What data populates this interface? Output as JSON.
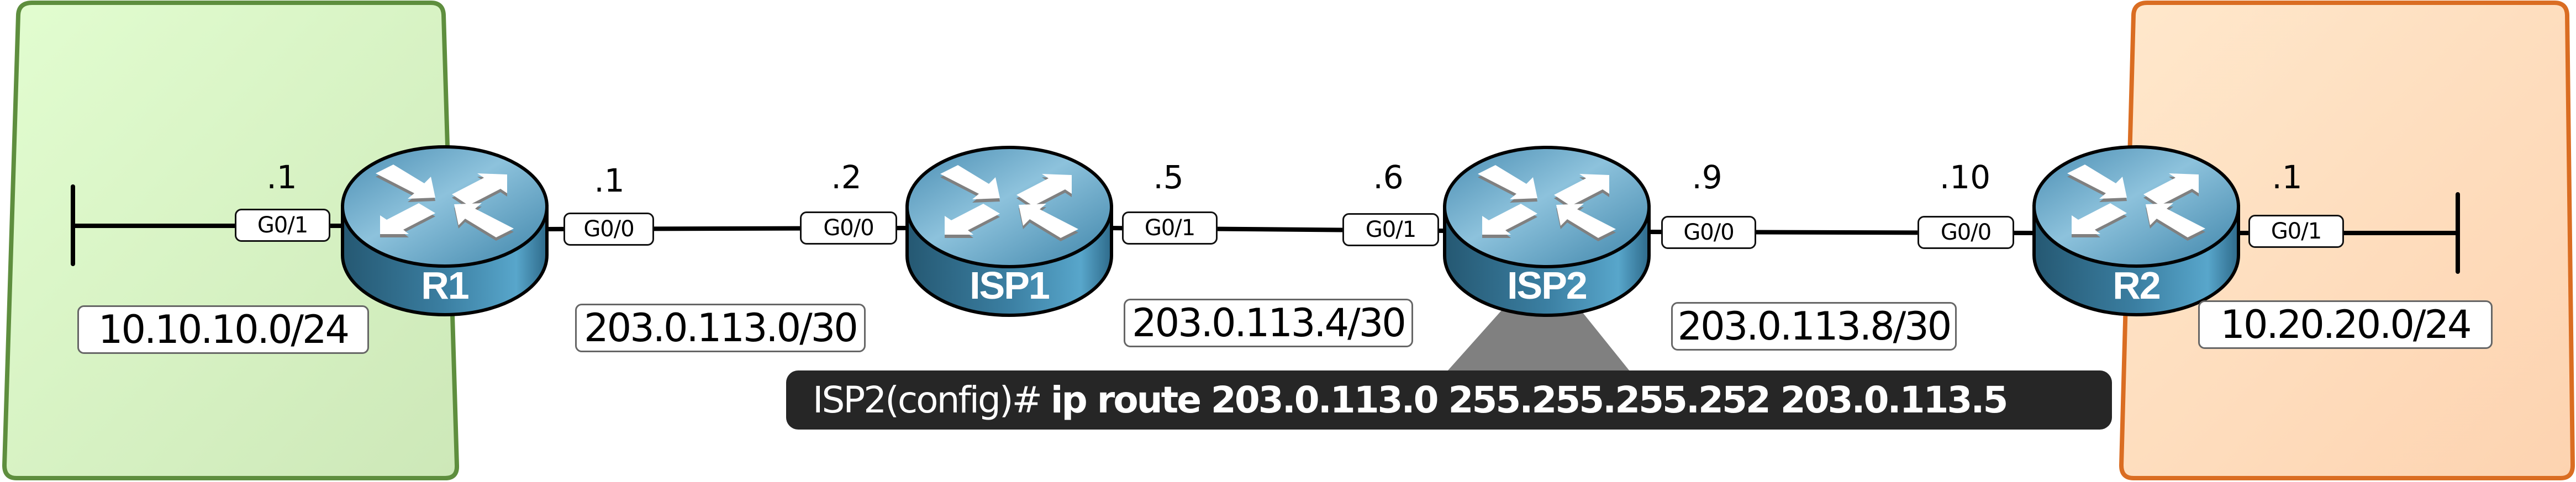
{
  "colors": {
    "lan_left_fill": "#d6f2c2",
    "lan_left_border": "#5e8e3e",
    "lan_right_fill": "#fedabd",
    "lan_right_border": "#d8691f",
    "router_body": "#3c7fa3",
    "command_bg": "#262626",
    "callout": "#808080"
  },
  "zones": [
    {
      "name": "lan-r1",
      "network": "10.10.10.0/24"
    },
    {
      "name": "lan-r2",
      "network": "10.20.20.0/24"
    }
  ],
  "routers": [
    {
      "name": "R1"
    },
    {
      "name": "ISP1"
    },
    {
      "name": "ISP2"
    },
    {
      "name": "R2"
    }
  ],
  "interfaces": [
    {
      "device": "R1",
      "port": "G0/1",
      "host": ".1"
    },
    {
      "device": "R1",
      "port": "G0/0",
      "host": ".1"
    },
    {
      "device": "ISP1",
      "port": "G0/0",
      "host": ".2"
    },
    {
      "device": "ISP1",
      "port": "G0/1",
      "host": ".5"
    },
    {
      "device": "ISP2",
      "port": "G0/1",
      "host": ".6"
    },
    {
      "device": "ISP2",
      "port": "G0/0",
      "host": ".9"
    },
    {
      "device": "R2",
      "port": "G0/0",
      "host": ".10"
    },
    {
      "device": "R2",
      "port": "G0/1",
      "host": ".1"
    }
  ],
  "networks": [
    {
      "label": "10.10.10.0/24"
    },
    {
      "label": "203.0.113.0/30"
    },
    {
      "label": "203.0.113.4/30"
    },
    {
      "label": "203.0.113.8/30"
    },
    {
      "label": "10.20.20.0/24"
    }
  ],
  "command": {
    "prompt": "ISP2(config)#",
    "text": "ip route 203.0.113.0 255.255.255.252 203.0.113.5"
  }
}
